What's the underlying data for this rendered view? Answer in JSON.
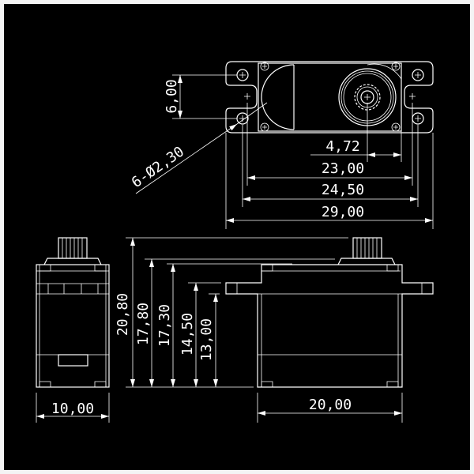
{
  "drawing": {
    "background_color": "#000000",
    "line_color": "#ffffff",
    "top_view": {
      "hole_spacing_vertical": "6,00",
      "hole_callout": "6-Ø2,30",
      "output_shaft_offset": "4,72",
      "screw_hole_spacing": "23,00",
      "mount_hole_spacing": "24,50",
      "overall_length": "29,00"
    },
    "side_views": {
      "width": "10,00",
      "body_length": "20,00",
      "overall_height": "20,80",
      "height_to_cap": "17,80",
      "height_to_case_top": "17,30",
      "height_to_flange_top": "14,50",
      "height_to_flange_bottom": "13,00"
    }
  }
}
